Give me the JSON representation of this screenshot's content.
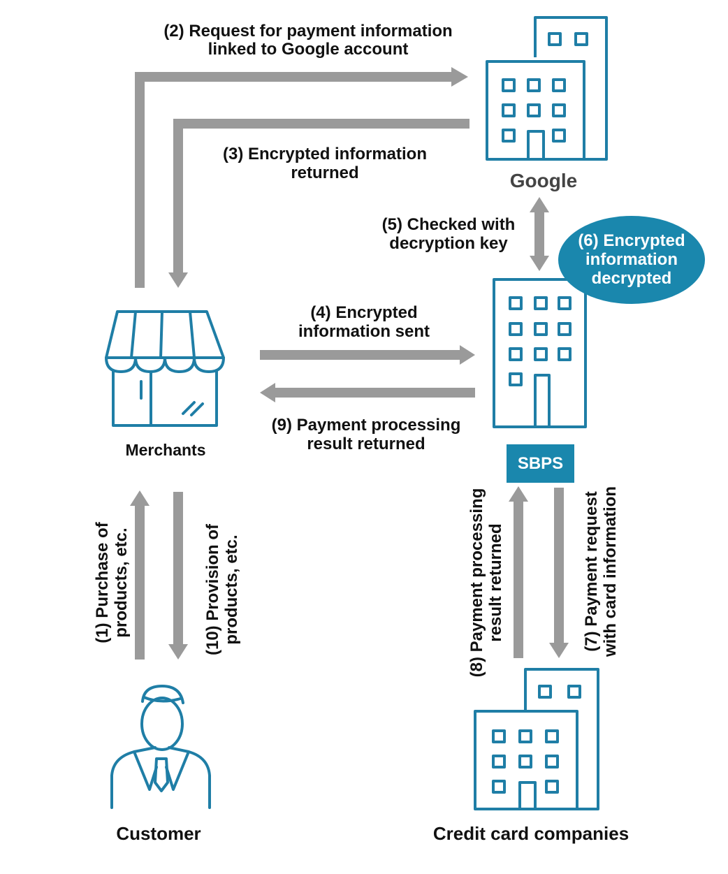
{
  "colors": {
    "icon": "#1f7ea6",
    "arrow": "#9a9a9a",
    "accent": "#1a87ad",
    "text": "#111111",
    "white": "#ffffff"
  },
  "nodes": {
    "google": "Google",
    "sbps": "SBPS",
    "merchants": "Merchants",
    "customer": "Customer",
    "card": "Credit card companies"
  },
  "steps": {
    "s1": [
      "(1) Purchase of",
      "products, etc."
    ],
    "s2": [
      "(2) Request for payment information",
      "linked to Google account"
    ],
    "s3": [
      "(3) Encrypted information",
      "returned"
    ],
    "s4": [
      "(4) Encrypted",
      "information sent"
    ],
    "s5": [
      "(5) Checked with",
      "decryption key"
    ],
    "s6": [
      "(6) Encrypted",
      "information",
      "decrypted"
    ],
    "s7": [
      "(7) Payment request",
      "with card information"
    ],
    "s8": [
      "(8) Payment processing",
      "result returned"
    ],
    "s9": [
      "(9) Payment processing",
      "result returned"
    ],
    "s10": [
      "(10) Provision of",
      "products, etc."
    ]
  }
}
